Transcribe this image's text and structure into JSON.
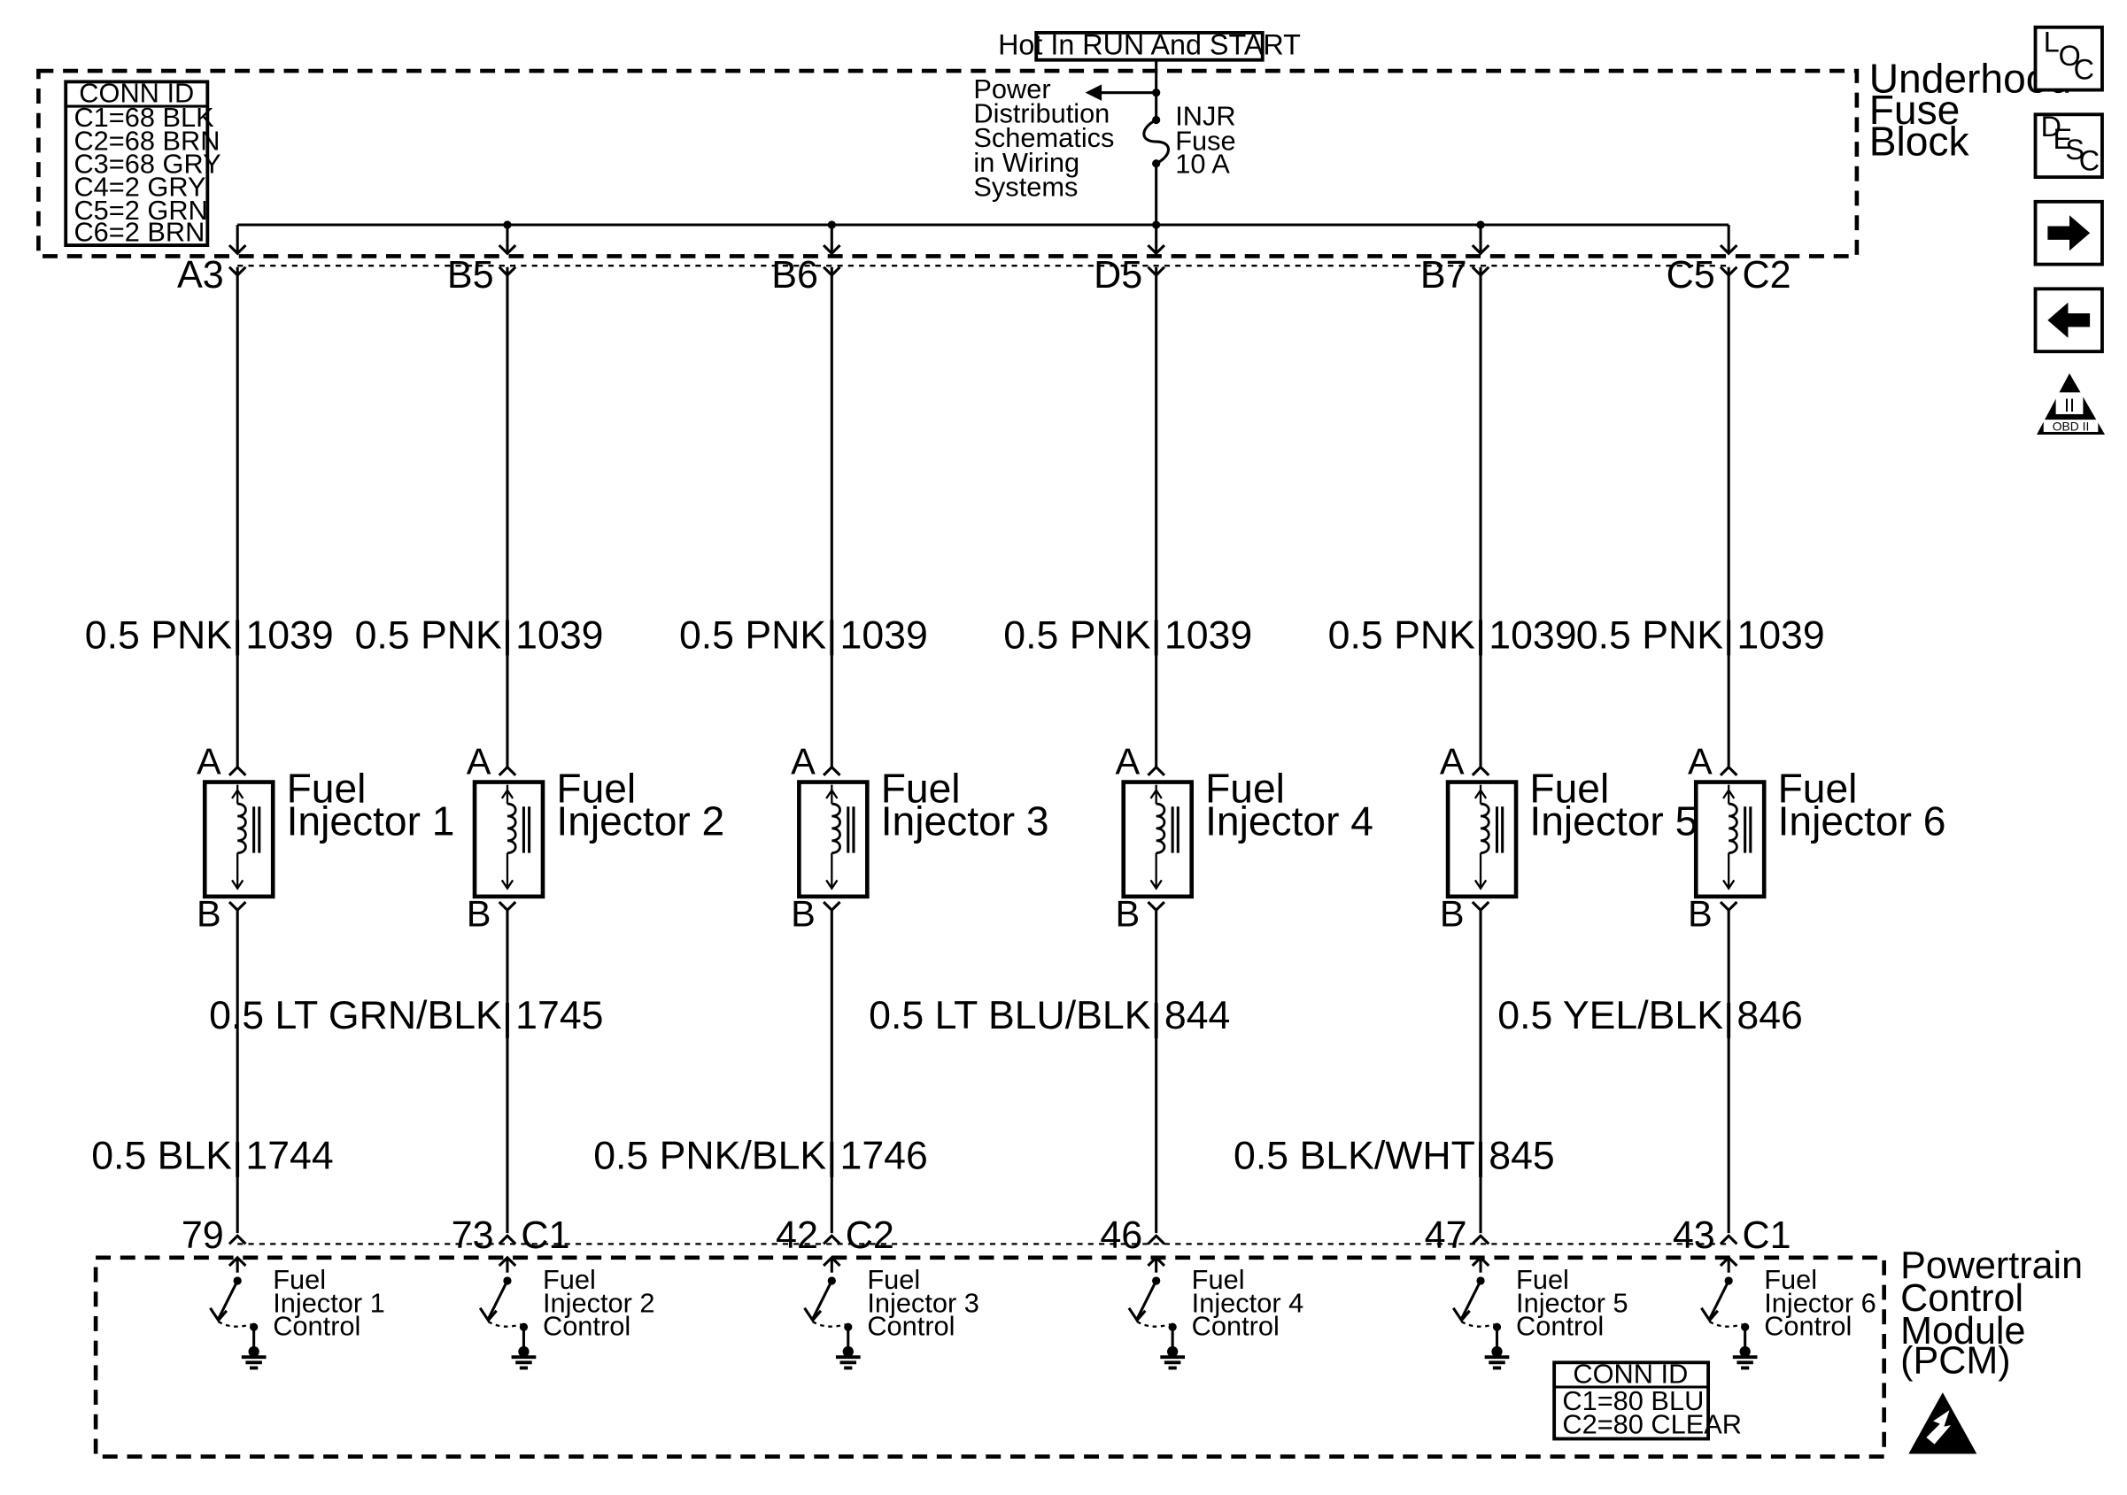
{
  "hot_label": "Hot In RUN And START",
  "power_dist": [
    "Power",
    "Distribution",
    "Schematics",
    "in Wiring",
    "Systems"
  ],
  "fuse": [
    "INJR",
    "Fuse",
    "10 A"
  ],
  "fuse_block": [
    "Underhood",
    "Fuse",
    "Block"
  ],
  "pcm_label": [
    "Powertrain",
    "Control",
    "Module",
    "(PCM)"
  ],
  "conn_id_top": {
    "header": "CONN ID",
    "rows": [
      "C1=68 BLK",
      "C2=68 BRN",
      "C3=68 GRY",
      "C4=2 GRY",
      "C5=2 GRN",
      "C6=2 BRN"
    ]
  },
  "conn_id_bottom": {
    "header": "CONN ID",
    "rows": [
      "C1=80 BLU",
      "C2=80 CLEAR"
    ]
  },
  "side_icons": {
    "loc": [
      "L",
      "O",
      "C"
    ],
    "desc": [
      "D",
      "E",
      "S",
      "C"
    ],
    "obd": [
      "II",
      "OBD II"
    ]
  },
  "injectors": [
    {
      "name": [
        "Fuel",
        "Injector 1"
      ],
      "pin_top": "A3",
      "conn_top": "",
      "wire_top": [
        "0.5 PNK",
        "1039"
      ],
      "pin_a": "A",
      "pin_b": "B",
      "wire_mid": [
        "",
        ""
      ],
      "wire_low": [
        "0.5 BLK",
        "1744"
      ],
      "pcm_pin": "79",
      "pcm_conn": "",
      "control": [
        "Fuel",
        "Injector 1",
        "Control"
      ]
    },
    {
      "name": [
        "Fuel",
        "Injector 2"
      ],
      "pin_top": "B5",
      "conn_top": "",
      "wire_top": [
        "0.5 PNK",
        "1039"
      ],
      "pin_a": "A",
      "pin_b": "B",
      "wire_mid": [
        "0.5 LT GRN/BLK",
        "1745"
      ],
      "wire_low": [
        "",
        ""
      ],
      "pcm_pin": "73",
      "pcm_conn": "C1",
      "control": [
        "Fuel",
        "Injector 2",
        "Control"
      ]
    },
    {
      "name": [
        "Fuel",
        "Injector 3"
      ],
      "pin_top": "B6",
      "conn_top": "",
      "wire_top": [
        "0.5 PNK",
        "1039"
      ],
      "pin_a": "A",
      "pin_b": "B",
      "wire_mid": [
        "",
        ""
      ],
      "wire_low": [
        "0.5 PNK/BLK",
        "1746"
      ],
      "pcm_pin": "42",
      "pcm_conn": "C2",
      "control": [
        "Fuel",
        "Injector 3",
        "Control"
      ]
    },
    {
      "name": [
        "Fuel",
        "Injector 4"
      ],
      "pin_top": "D5",
      "conn_top": "",
      "wire_top": [
        "0.5 PNK",
        "1039"
      ],
      "pin_a": "A",
      "pin_b": "B",
      "wire_mid": [
        "0.5 LT BLU/BLK",
        "844"
      ],
      "wire_low": [
        "",
        ""
      ],
      "pcm_pin": "46",
      "pcm_conn": "",
      "control": [
        "Fuel",
        "Injector 4",
        "Control"
      ]
    },
    {
      "name": [
        "Fuel",
        "Injector 5"
      ],
      "pin_top": "B7",
      "conn_top": "",
      "wire_top": [
        "0.5 PNK",
        "1039"
      ],
      "pin_a": "A",
      "pin_b": "B",
      "wire_mid": [
        "",
        ""
      ],
      "wire_low": [
        "0.5 BLK/WHT",
        "845"
      ],
      "pcm_pin": "47",
      "pcm_conn": "",
      "control": [
        "Fuel",
        "Injector 5",
        "Control"
      ]
    },
    {
      "name": [
        "Fuel",
        "Injector 6"
      ],
      "pin_top": "C5",
      "conn_top": "C2",
      "wire_top": [
        "0.5 PNK",
        "1039"
      ],
      "pin_a": "A",
      "pin_b": "B",
      "wire_mid": [
        "0.5 YEL/BLK",
        "846"
      ],
      "wire_low": [
        "",
        ""
      ],
      "pcm_pin": "43",
      "pcm_conn": "C1",
      "control": [
        "Fuel",
        "Injector 6",
        "Control"
      ]
    }
  ]
}
